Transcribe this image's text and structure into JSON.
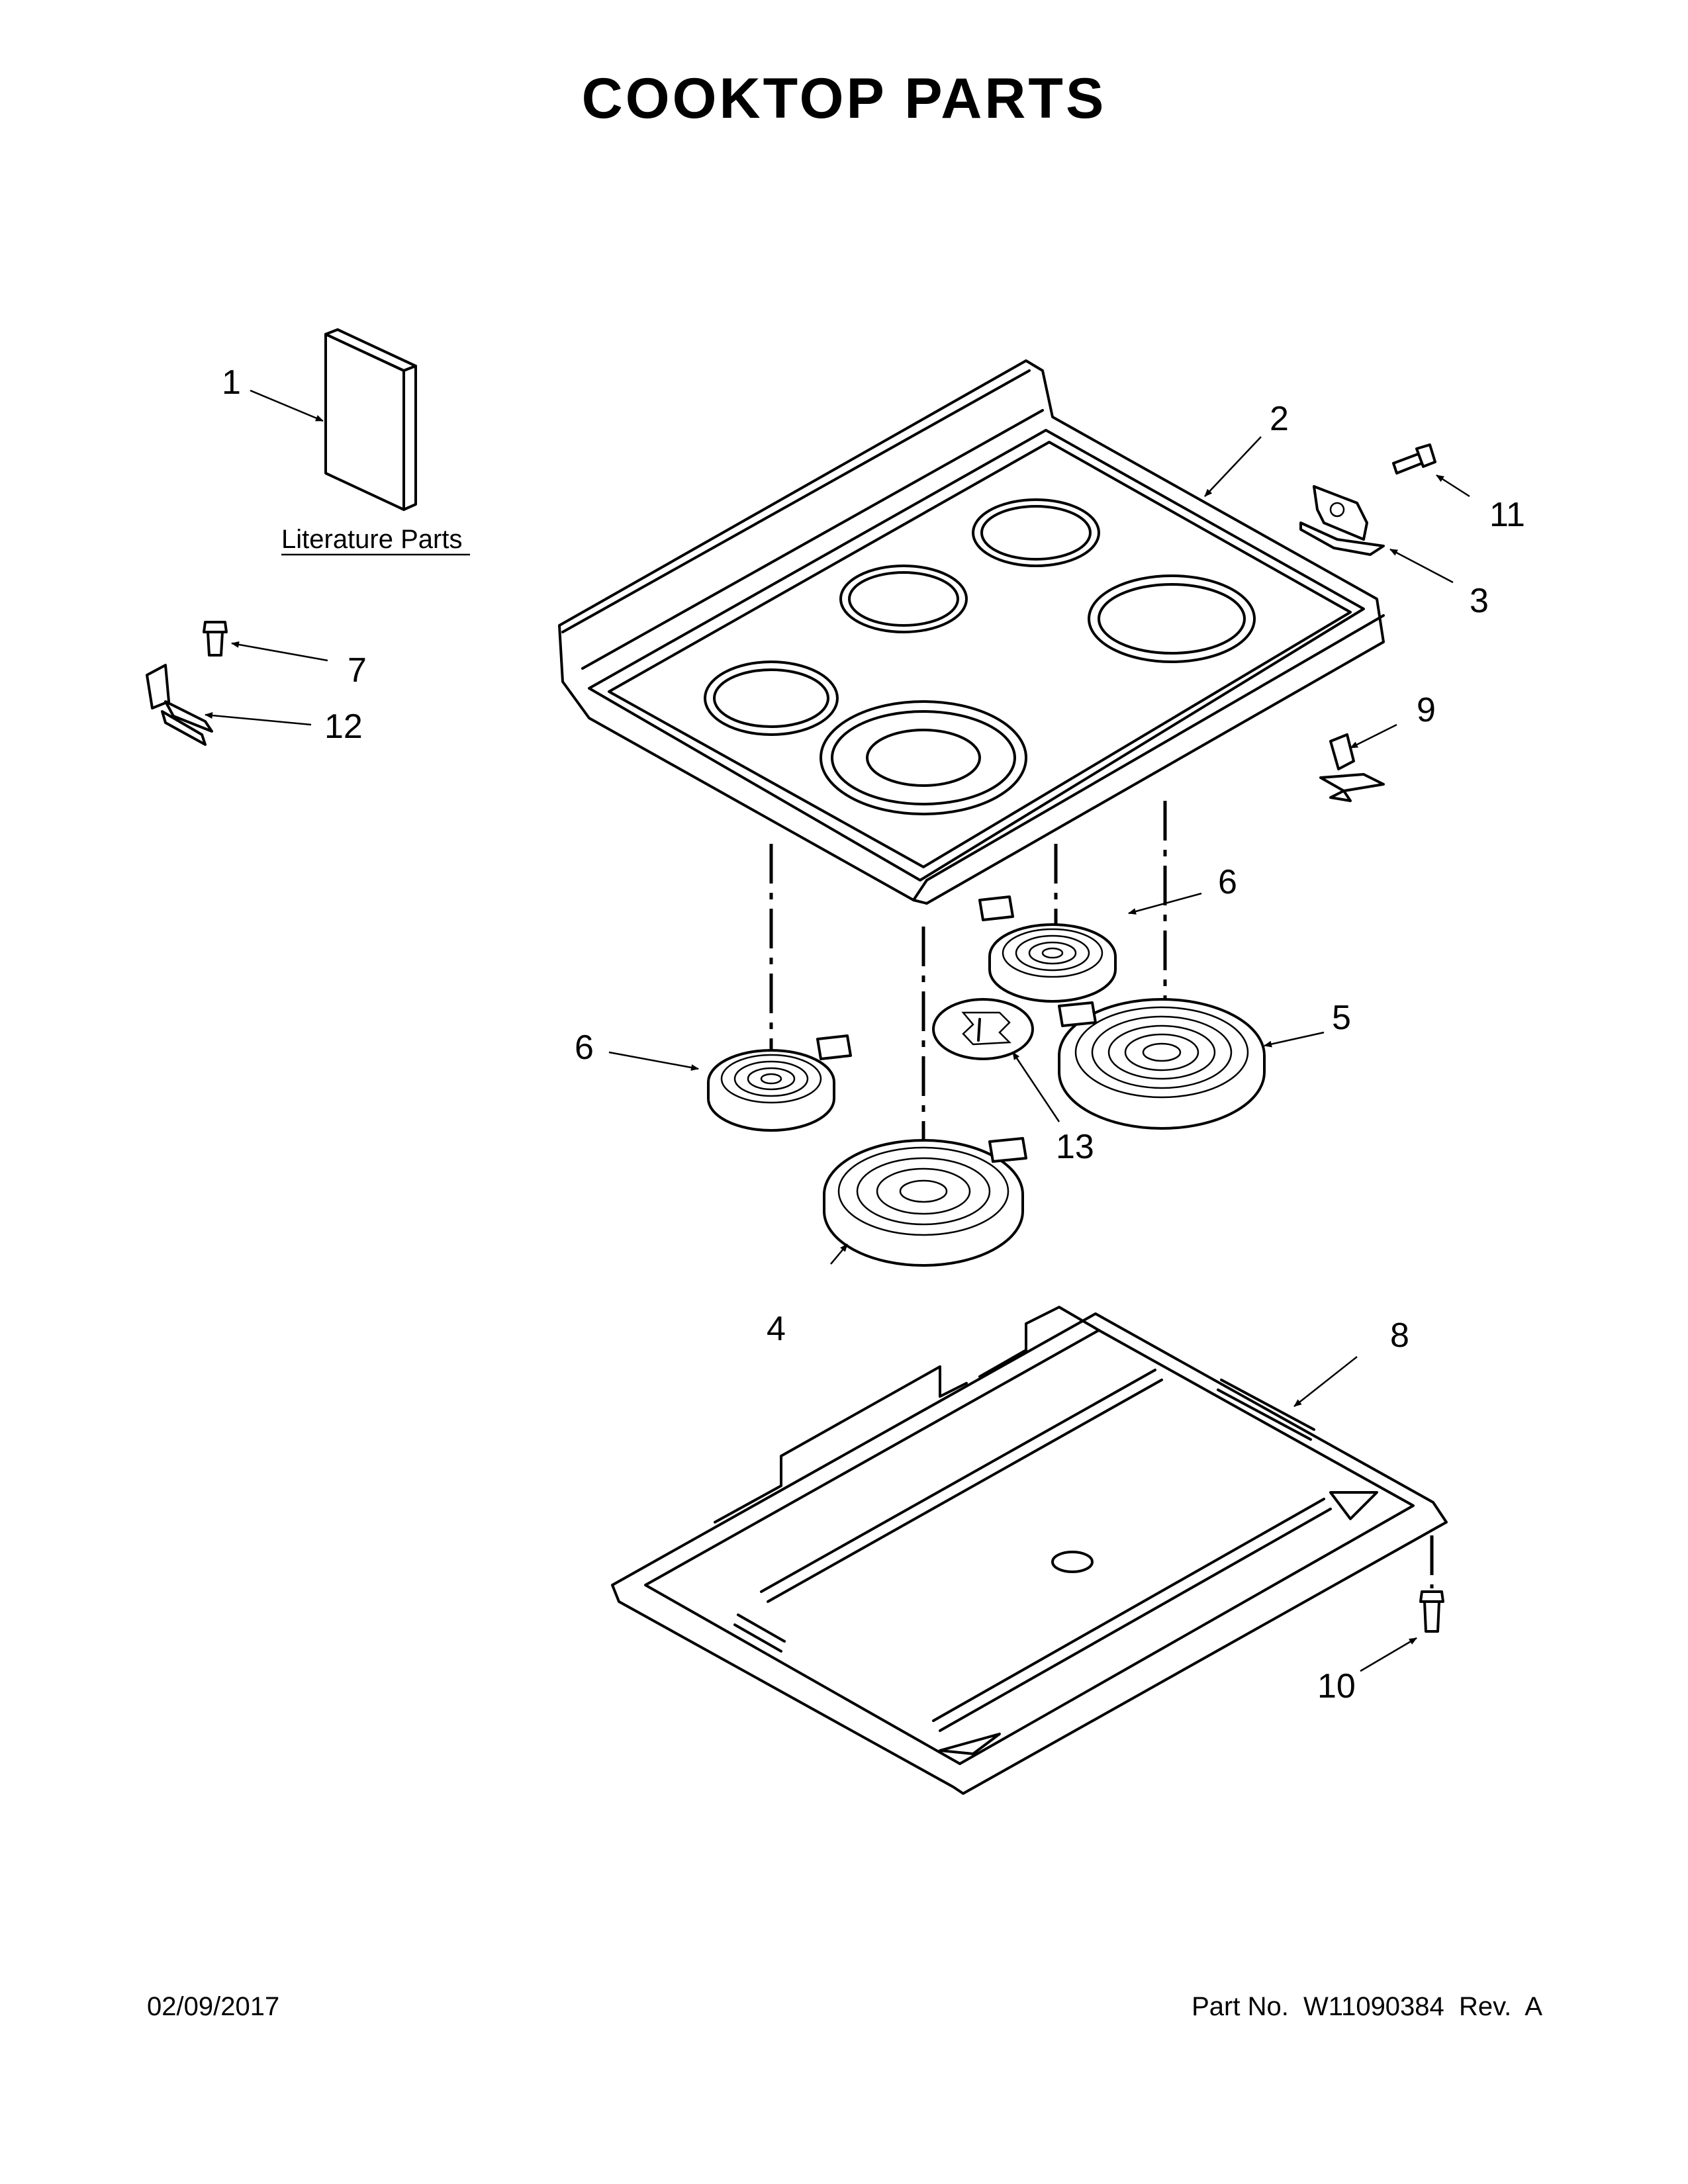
{
  "title": "COOKTOP PARTS",
  "literature_label": "Literature Parts",
  "callouts": {
    "c1": "1",
    "c2": "2",
    "c3": "3",
    "c4": "4",
    "c5": "5",
    "c6a": "6",
    "c6b": "6",
    "c7": "7",
    "c8": "8",
    "c9": "9",
    "c10": "10",
    "c11": "11",
    "c12": "12",
    "c13": "13"
  },
  "footer": {
    "date": "02/09/2017",
    "part_no": "Part No.  W11090384  Rev.  A"
  }
}
